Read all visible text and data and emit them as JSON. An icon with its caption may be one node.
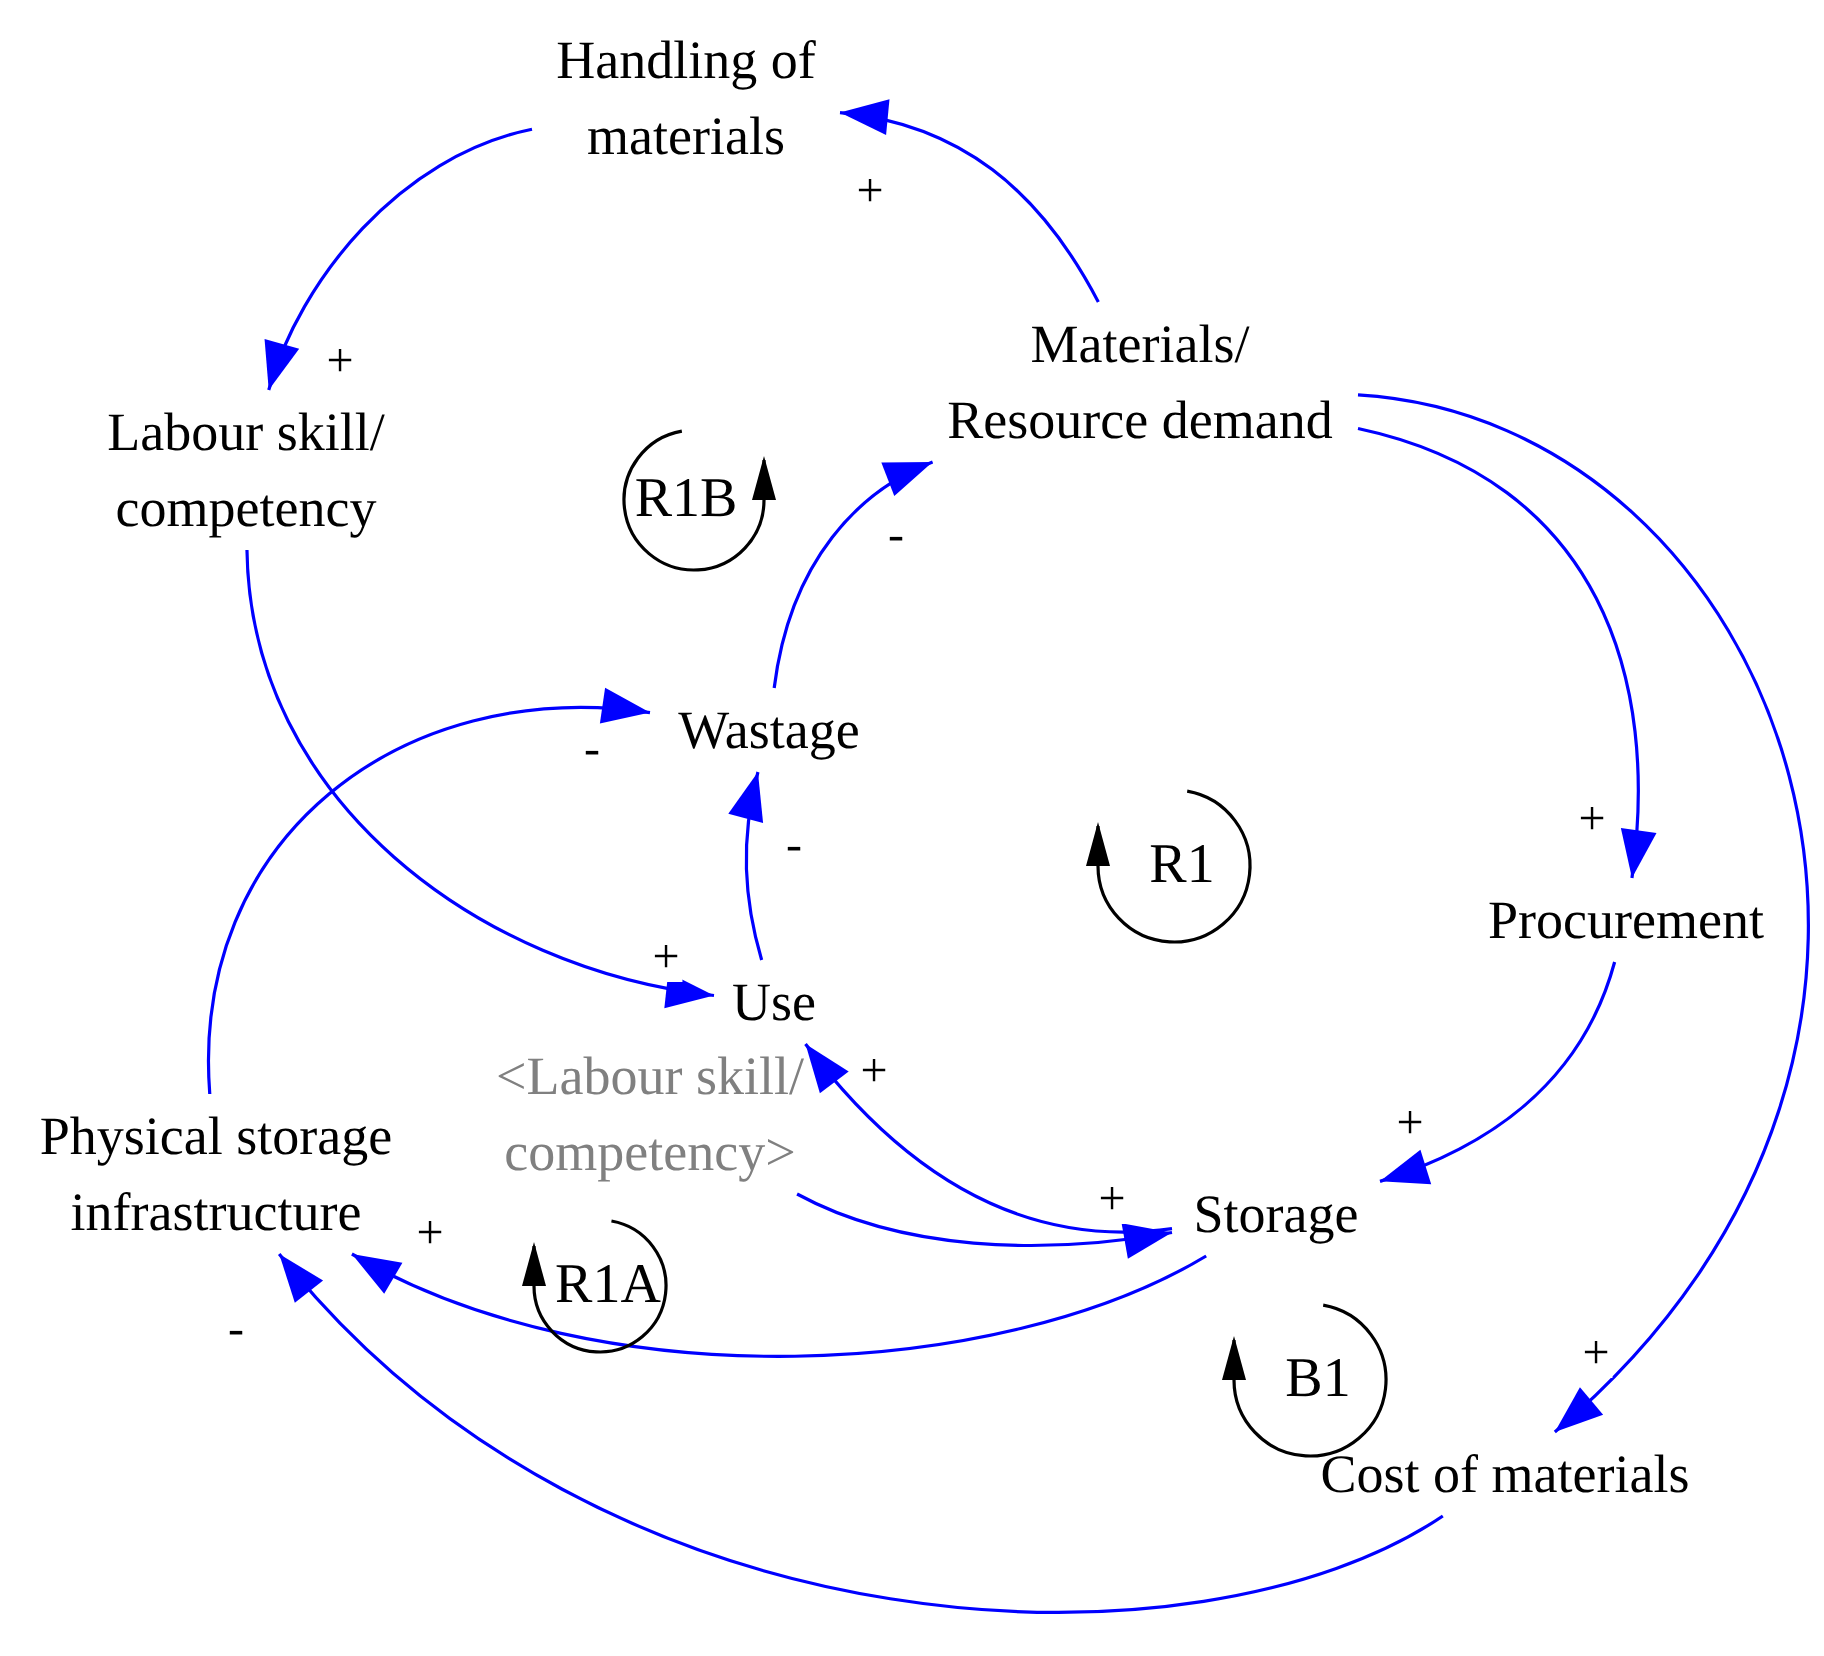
{
  "diagram": {
    "nodes": [
      {
        "text": [
          "Handling of materials"
        ]
      },
      {
        "text": [
          "Materials/ Resource demand"
        ]
      },
      {
        "text": [
          "Labour skill/ competency"
        ]
      },
      {
        "text": [
          "Wastage"
        ]
      },
      {
        "text": [
          "Procurement"
        ]
      },
      {
        "text": [
          "Use"
        ]
      },
      {
        "text": [
          "<Labour skill/ competency>"
        ]
      },
      {
        "text": [
          "Physical storage infrastructure"
        ]
      },
      {
        "text": [
          "Storage"
        ]
      },
      {
        "text": [
          "Cost of materials"
        ]
      }
    ],
    "edges": [
      {
        "from": 1,
        "to": 0,
        "arrow": "to",
        "label": "+"
      },
      {
        "from": 0,
        "to": 2,
        "arrow": "to",
        "label": "+"
      },
      {
        "from": 2,
        "to": 5,
        "arrow": "to",
        "label": "+"
      },
      {
        "from": 5,
        "to": 3,
        "arrow": "to",
        "label": "-"
      },
      {
        "from": 3,
        "to": 1,
        "arrow": "to",
        "label": "-"
      },
      {
        "from": 7,
        "to": 3,
        "arrow": "to",
        "label": "-"
      },
      {
        "from": 1,
        "to": 4,
        "arrow": "to",
        "label": "+"
      },
      {
        "from": 4,
        "to": 8,
        "arrow": "to",
        "label": "+"
      },
      {
        "from": 8,
        "to": 5,
        "arrow": "to",
        "label": "+"
      },
      {
        "from": 6,
        "to": 8,
        "arrow": "to",
        "label": "+"
      },
      {
        "from": 8,
        "to": 7,
        "arrow": "to",
        "label": "+"
      },
      {
        "from": 1,
        "to": 9,
        "arrow": "to",
        "label": "+"
      },
      {
        "from": 9,
        "to": 7,
        "arrow": "to",
        "label": "-"
      }
    ],
    "labels": [
      "R1B",
      "R1",
      "R1A",
      "B1"
    ]
  }
}
